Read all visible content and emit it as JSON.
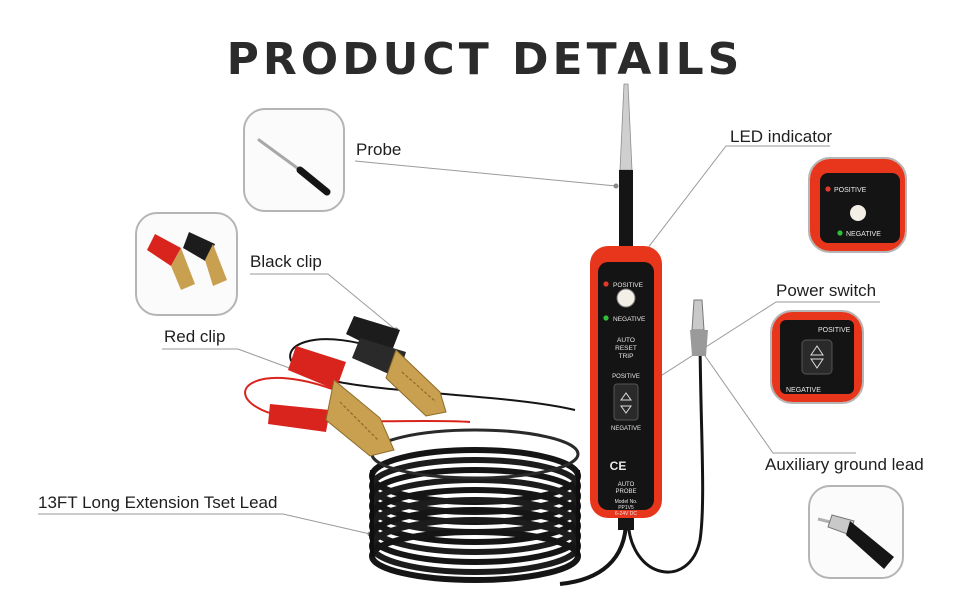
{
  "page": {
    "title": "PRODUCT DETAILS"
  },
  "labels": {
    "probe": "Probe",
    "led_indicator": "LED indicator",
    "black_clip": "Black clip",
    "power_switch": "Power switch",
    "red_clip": "Red clip",
    "aux_ground_lead": "Auxiliary ground lead",
    "extension_lead": "13FT Long Extension Tset Lead"
  },
  "device": {
    "positive": "POSITIVE",
    "negative": "NEGATIVE",
    "auto_reset_trip": [
      "AUTO",
      "RESET",
      "TRIP"
    ],
    "ce_mark": "CE",
    "auto_probe": [
      "AUTO",
      "PROBE"
    ],
    "model": [
      "Model No.",
      "PP1V5",
      "6-24V DC"
    ]
  },
  "thumbnails": {
    "led_positive": "POSITIVE",
    "led_negative": "NEGATIVE",
    "switch_positive": "POSITIVE",
    "switch_negative": "NEGATIVE"
  },
  "colors": {
    "accent_red": "#e8361c",
    "clip_red": "#d9231d",
    "clip_black": "#1c1c1c",
    "brass": "#c9a050",
    "cable": "#151515",
    "title": "#2b2b2b"
  }
}
